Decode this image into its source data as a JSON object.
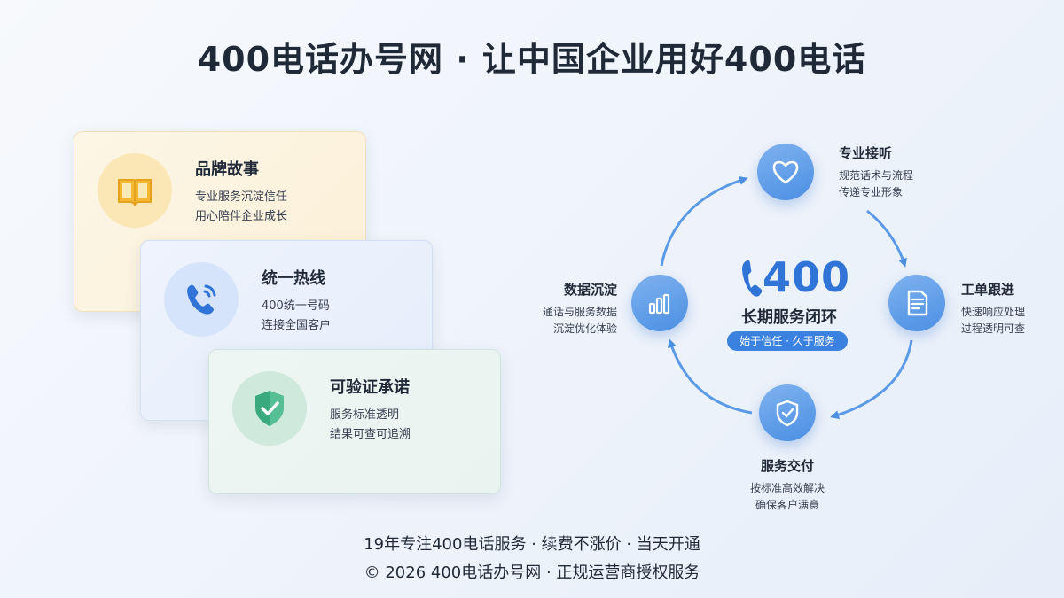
{
  "header": {
    "title": "400电话办号网 · 让中国企业用好400电话"
  },
  "cards": [
    {
      "title": "品牌故事",
      "line1": "专业服务沉淀信任",
      "line2": "用心陪伴企业成长",
      "icon": "book-icon"
    },
    {
      "title": "统一热线",
      "line1": "400统一号码",
      "line2": "连接全国客户",
      "icon": "phone-icon"
    },
    {
      "title": "可验证承诺",
      "line1": "服务标准透明",
      "line2": "结果可查可追溯",
      "icon": "shield-check-icon"
    }
  ],
  "cycle": {
    "center": {
      "number": "400",
      "title": "长期服务闭环",
      "pill": "始于信任 · 久于服务",
      "icon": "phone-icon"
    },
    "nodes": [
      {
        "title": "专业接听",
        "line1": "规范话术与流程",
        "line2": "传递专业形象",
        "icon": "heart-icon"
      },
      {
        "title": "工单跟进",
        "line1": "快速响应处理",
        "line2": "过程透明可查",
        "icon": "document-icon"
      },
      {
        "title": "服务交付",
        "line1": "按标准高效解决",
        "line2": "确保客户满意",
        "icon": "shield-check-icon"
      },
      {
        "title": "数据沉淀",
        "line1": "通话与服务数据",
        "line2": "沉淀优化体验",
        "icon": "bar-chart-icon"
      }
    ]
  },
  "footer": {
    "line1": "19年专注400电话服务 · 续费不涨价 · 当天开通",
    "line2": "© 2026 400电话办号网 · 正规运营商授权服务"
  },
  "colors": {
    "accent": "#3b82e0",
    "brand_card": "#fdf6e6",
    "hotline_card": "#eef3fd",
    "promise_card": "#eef6f3"
  }
}
